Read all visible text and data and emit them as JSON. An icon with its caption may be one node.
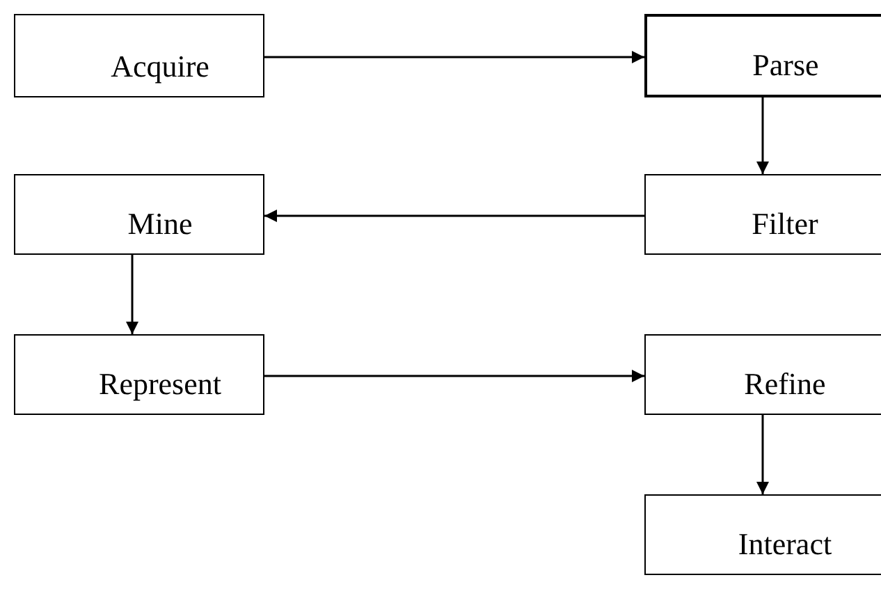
{
  "diagram": {
    "nodes": [
      {
        "text": [
          "Acquire"
        ]
      },
      {
        "text": [
          "Parse"
        ]
      },
      {
        "text": [
          "Mine"
        ]
      },
      {
        "text": [
          "Filter"
        ]
      },
      {
        "text": [
          "Represent"
        ]
      },
      {
        "text": [
          "Refine"
        ]
      },
      {
        "text": [
          "Interact"
        ]
      }
    ],
    "edges": [
      {
        "from": 0,
        "to": 1,
        "arrow": "to"
      },
      {
        "from": 1,
        "to": 3,
        "arrow": "to"
      },
      {
        "from": 3,
        "to": 2,
        "arrow": "to"
      },
      {
        "from": 2,
        "to": 4,
        "arrow": "to"
      },
      {
        "from": 4,
        "to": 5,
        "arrow": "to"
      },
      {
        "from": 5,
        "to": 6,
        "arrow": "to"
      }
    ]
  }
}
